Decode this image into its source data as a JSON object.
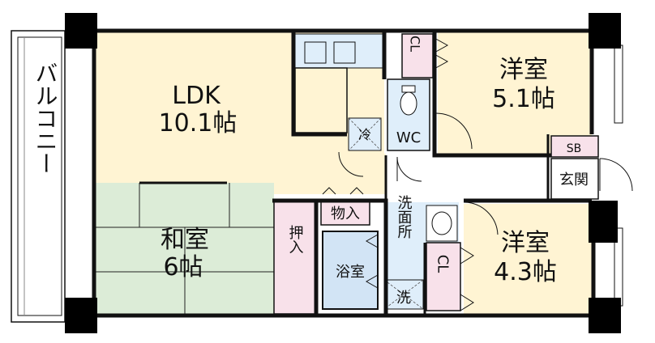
{
  "rooms": {
    "ldk": {
      "name": "LDK",
      "size": "10.1帖"
    },
    "washitsu": {
      "name": "和室",
      "size": "6帖"
    },
    "youshitsu_a": {
      "name": "洋室",
      "size": "5.1帖"
    },
    "youshitsu_b": {
      "name": "洋室",
      "size": "4.3帖"
    }
  },
  "labels": {
    "balcony": "バルコニー",
    "wc": "WC",
    "fridge": "冷",
    "storage": "物入",
    "oshiire": "押入",
    "bath": "浴室",
    "washroom": "洗面所",
    "washer": "洗",
    "entrance": "玄関",
    "shoe_box": "SB",
    "closet_top": "CL",
    "closet_bottom": "CL"
  },
  "colors": {
    "wall": "#111111",
    "pillar": "#000000",
    "ldk": "#fff4d3",
    "washitsu": "#dcecd7",
    "youshitsu": "#fff4d3",
    "wet_area": "#dfeefa",
    "closet": "#f8e1ea",
    "corridor": "#ffffff",
    "bath": "#d2e4f5",
    "tatami_line": "#222222"
  }
}
